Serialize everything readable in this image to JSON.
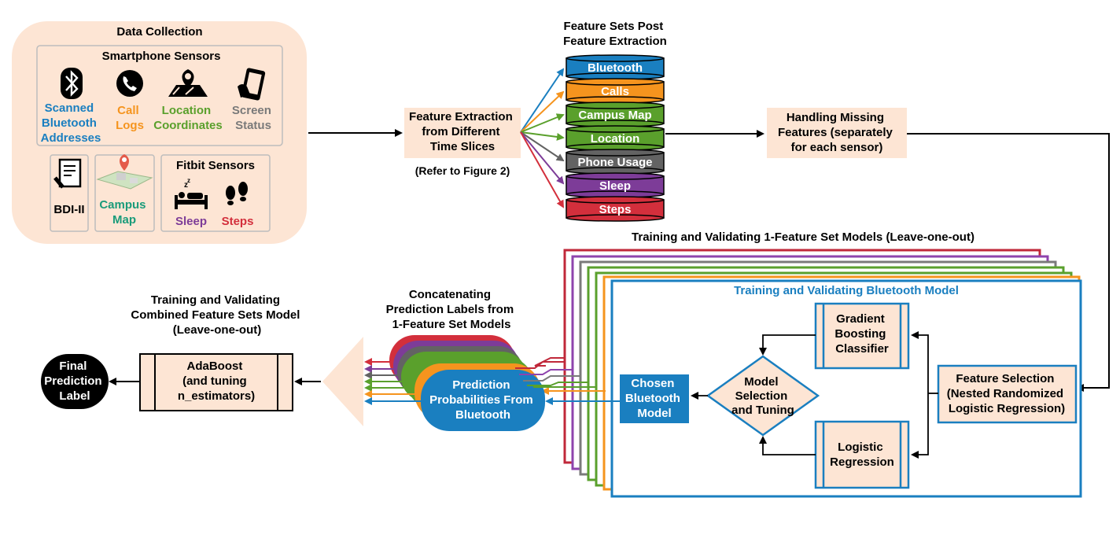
{
  "colors": {
    "bluetooth": "#1a7fc0",
    "calls": "#f5941e",
    "campus_map": "#5aa02c",
    "location": "#5aa02c",
    "phone_usage": "#636363",
    "sleep": "#7d3c98",
    "steps": "#d32f3c",
    "peach": "#fde5d4",
    "red_border": "#c0283a",
    "purple_border": "#8e44ad",
    "gray_border": "#7a7a7a",
    "green_border": "#5aa02c",
    "orange_border": "#f5941e",
    "blue_border": "#1a7fc0"
  },
  "data_collection": {
    "title": "Data Collection",
    "smartphone": {
      "title": "Smartphone Sensors",
      "items": [
        {
          "icon": "bluetooth-icon",
          "lines": [
            "Scanned",
            "Bluetooth",
            "Addresses"
          ]
        },
        {
          "icon": "phone-icon",
          "lines": [
            "Call",
            "Logs"
          ]
        },
        {
          "icon": "map-pin-icon",
          "lines": [
            "Location",
            "Coordinates"
          ]
        },
        {
          "icon": "phone-screen-icon",
          "lines": [
            "Screen",
            "Status"
          ]
        }
      ]
    },
    "bdi": "BDI-II",
    "campus_map": [
      "Campus",
      "Map"
    ],
    "fitbit": {
      "title": "Fitbit Sensors",
      "sleep": "Sleep",
      "steps": "Steps"
    }
  },
  "feature_extraction": {
    "lines": [
      "Feature Extraction",
      "from Different",
      "Time Slices"
    ],
    "note": "(Refer to Figure 2)"
  },
  "feature_sets": {
    "title": [
      "Feature Sets Post",
      "Feature Extraction"
    ],
    "items": [
      "Bluetooth",
      "Calls",
      "Campus Map",
      "Location",
      "Phone Usage",
      "Sleep",
      "Steps"
    ]
  },
  "missing": {
    "lines": [
      "Handling Missing",
      "Features (separately",
      "for each sensor)"
    ]
  },
  "training_stack": {
    "title": "Training and Validating 1-Feature Set Models (Leave-one-out)"
  },
  "bluetooth_model": {
    "title": "Training and Validating Bluetooth Model",
    "feature_selection": [
      "Feature Selection",
      "(Nested Randomized",
      "Logistic Regression)"
    ],
    "gradient_boosting": [
      "Gradient",
      "Boosting",
      "Classifier"
    ],
    "logistic": [
      "Logistic",
      "Regression"
    ],
    "model_selection": [
      "Model",
      "Selection",
      "and Tuning"
    ],
    "chosen": [
      "Chosen",
      "Bluetooth",
      "Model"
    ]
  },
  "concat": {
    "title": [
      "Concatenating",
      "Prediction Labels from",
      "1-Feature Set Models"
    ]
  },
  "prediction_probs": [
    "Prediction",
    "Probabilities From",
    "Bluetooth"
  ],
  "combined": {
    "title": [
      "Training and Validating",
      "Combined Feature Sets Model",
      "(Leave-one-out)"
    ]
  },
  "adaboost": [
    "AdaBoost",
    "(and tuning",
    "n_estimators)"
  ],
  "final": [
    "Final",
    "Prediction",
    "Label"
  ]
}
